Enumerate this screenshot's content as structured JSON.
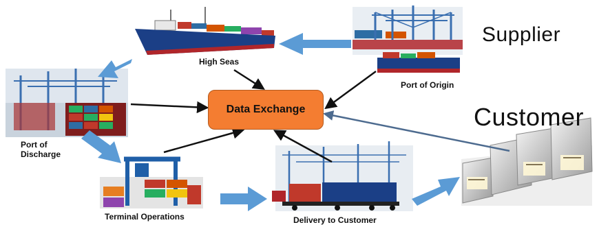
{
  "labels": {
    "supplier": "Supplier",
    "customer": "Customer",
    "high_seas": "High Seas",
    "port_of_origin": "Port of Origin",
    "port_of_discharge_line1": "Port of",
    "port_of_discharge_line2": "Discharge",
    "terminal_operations": "Terminal Operations",
    "delivery_to_customer": "Delivery to Customer",
    "data_exchange": "Data Exchange"
  },
  "colors": {
    "hub_fill": "#f47d31",
    "hub_border": "#b35a1e",
    "flow_arrow": "#5b9bd5",
    "data_arrow": "#111111",
    "customer_arrow": "#4d6b8f"
  }
}
